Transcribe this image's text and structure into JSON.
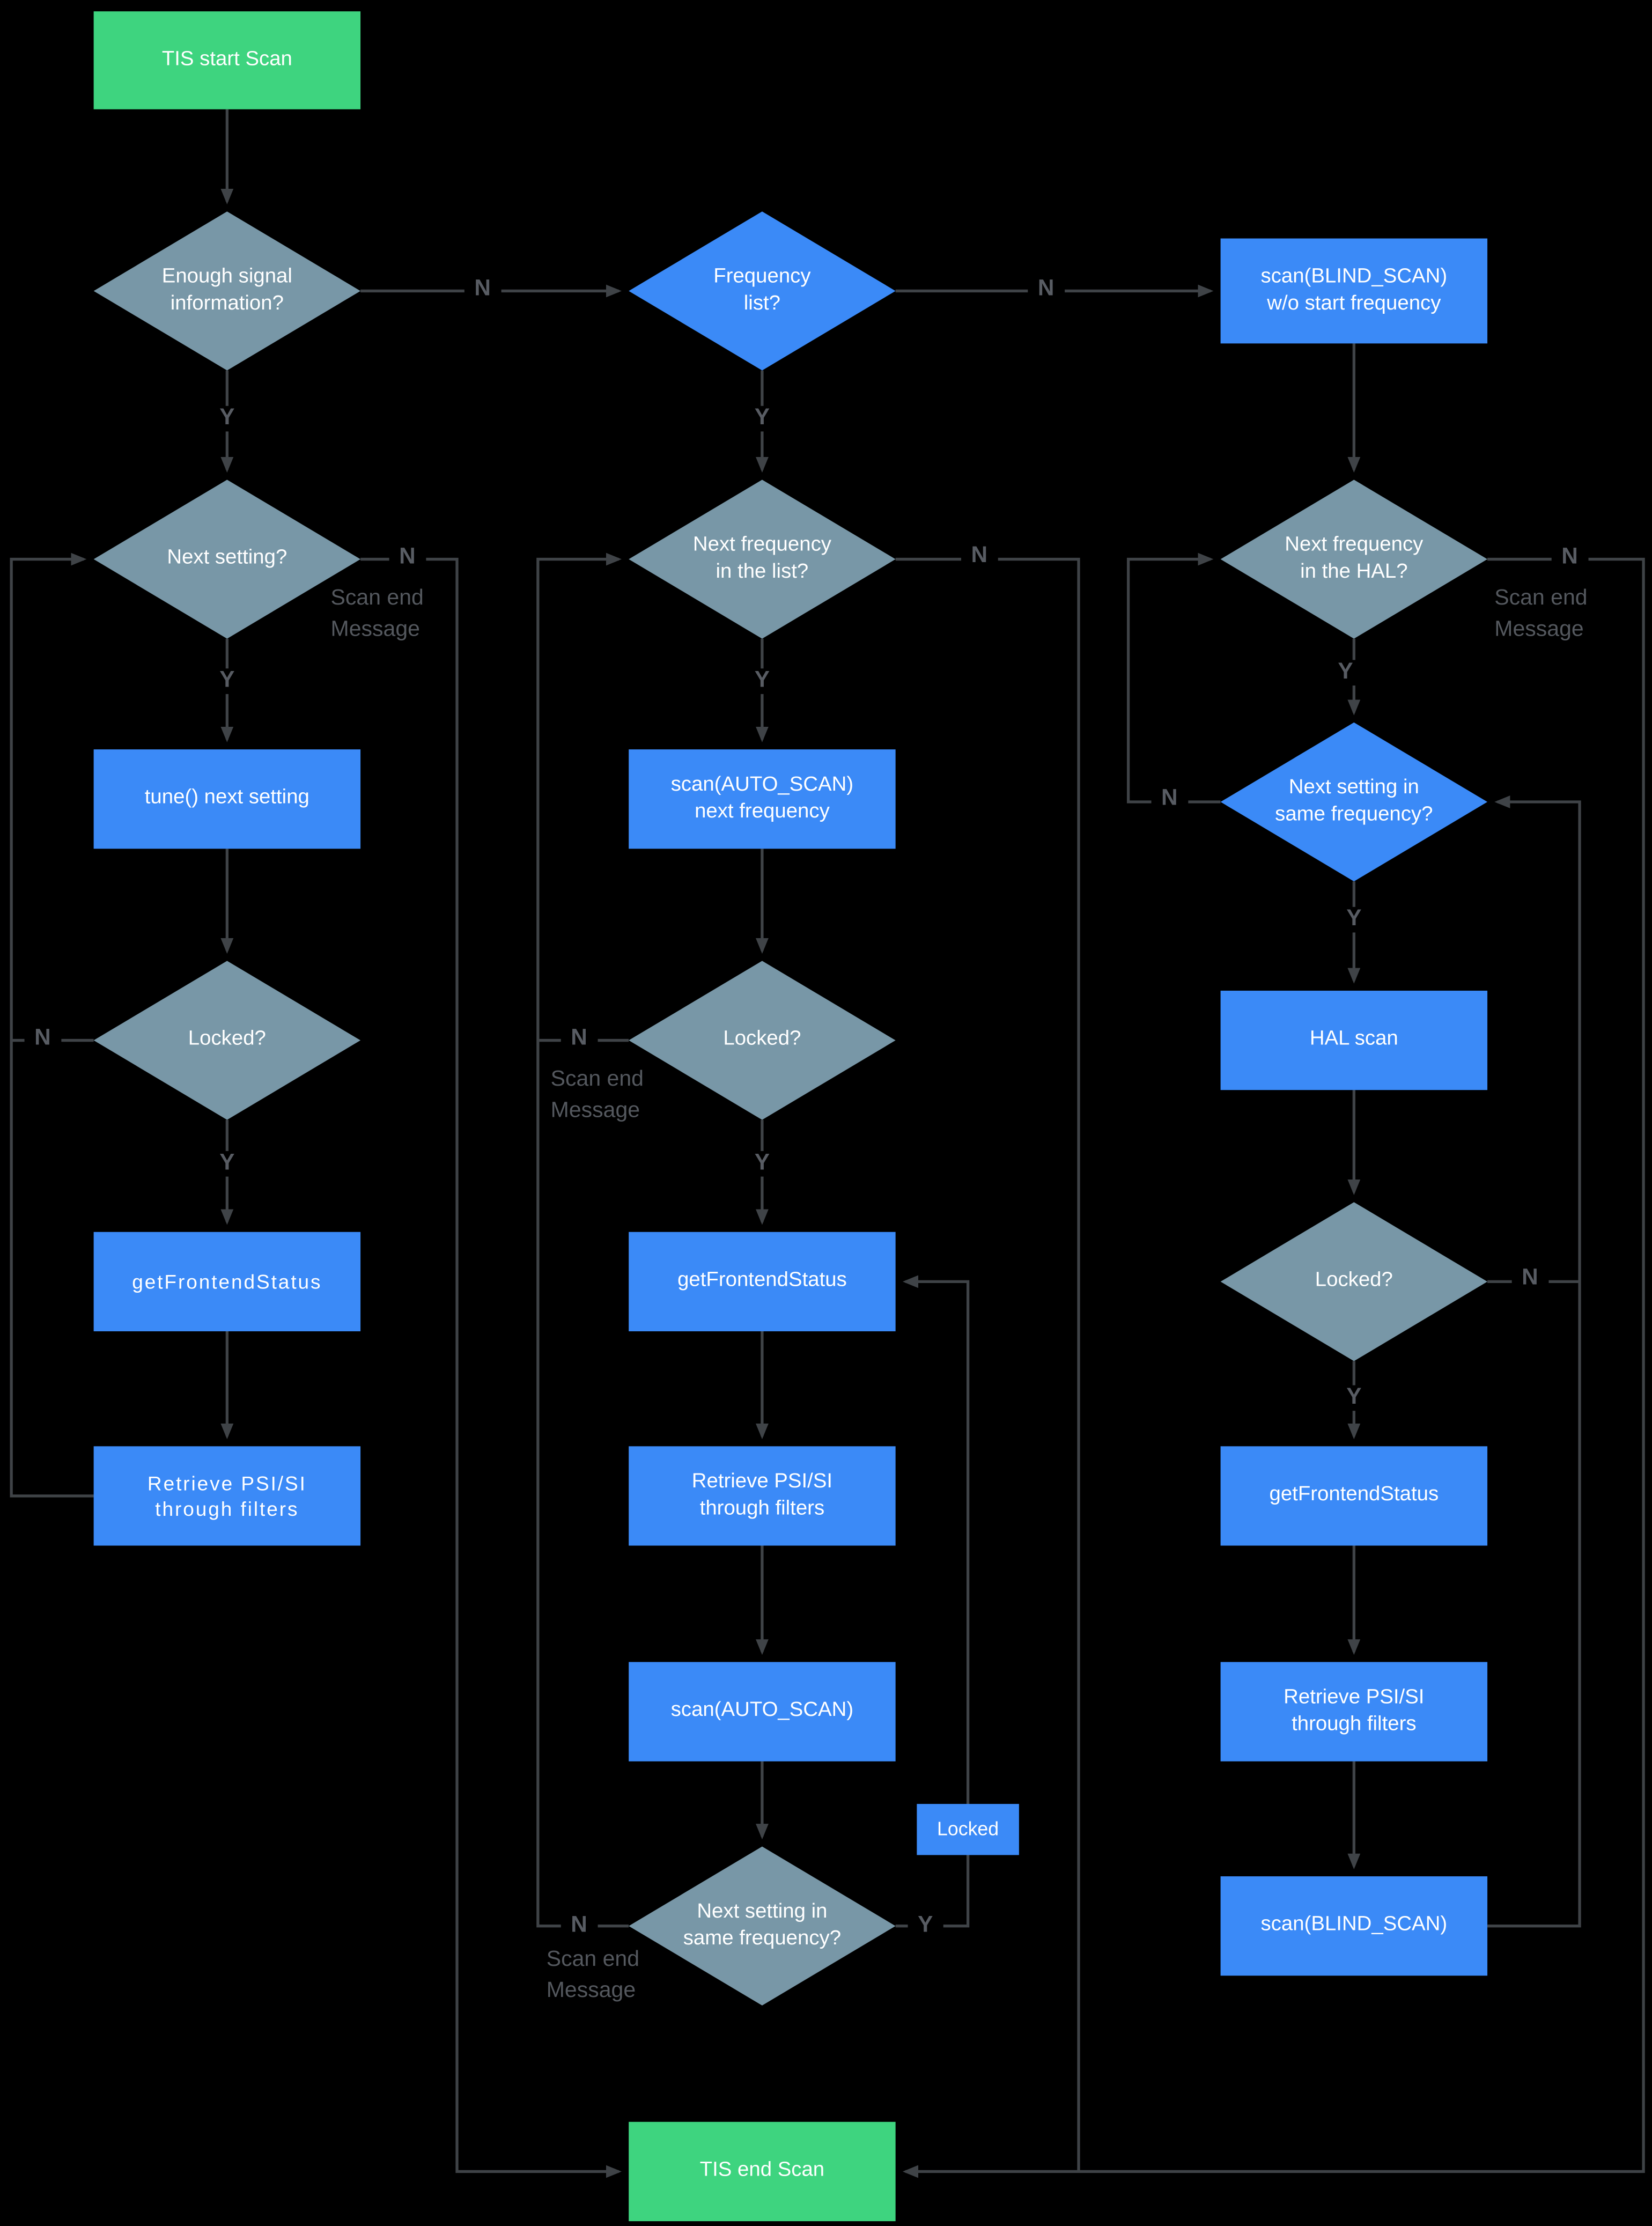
{
  "diagram": {
    "background": "#000000",
    "colors": {
      "process_box": "#3b8af7",
      "decision_gray": "#7897a7",
      "decision_blue": "#3b8af7",
      "terminal_green": "#3ed47f",
      "connector_line": "#3f4347",
      "edge_label_text": "#585c63",
      "node_text": "#ffffff"
    },
    "labels": {
      "yes": "Y",
      "no": "N",
      "scan_end": "Scan end\nMessage",
      "locked_tag": "Locked"
    },
    "nodes": {
      "start": {
        "label": "TIS start Scan"
      },
      "enough_signal": {
        "label": "Enough signal\ninformation?"
      },
      "frequency_list": {
        "label": "Frequency\nlist?"
      },
      "blind_scan_wo_start": {
        "label": "scan(BLIND_SCAN)\nw/o start frequency"
      },
      "next_setting": {
        "label": "Next setting?"
      },
      "next_freq_list": {
        "label": "Next frequency\nin the list?"
      },
      "next_freq_hal": {
        "label": "Next frequency\nin the HAL?"
      },
      "tune_next_setting": {
        "label": "tune() next setting"
      },
      "auto_scan_next_freq": {
        "label": "scan(AUTO_SCAN)\nnext frequency"
      },
      "next_setting_same_freq_hal": {
        "label": "Next setting in\nsame frequency?"
      },
      "locked_col1": {
        "label": "Locked?"
      },
      "locked_col2": {
        "label": "Locked?"
      },
      "hal_scan": {
        "label": "HAL scan"
      },
      "get_frontend_status_col1": {
        "label": "getFrontendStatus"
      },
      "get_frontend_status_col2": {
        "label": "getFrontendStatus"
      },
      "locked_col3": {
        "label": "Locked?"
      },
      "retrieve_psi_col1": {
        "label": "Retrieve PSI/SI\nthrough filters"
      },
      "retrieve_psi_col2": {
        "label": "Retrieve PSI/SI\nthrough filters"
      },
      "get_frontend_status_col3": {
        "label": "getFrontendStatus"
      },
      "auto_scan": {
        "label": "scan(AUTO_SCAN)"
      },
      "retrieve_psi_col3": {
        "label": "Retrieve PSI/SI\nthrough filters"
      },
      "next_setting_same_freq_list": {
        "label": "Next setting in\nsame frequency?"
      },
      "blind_scan": {
        "label": "scan(BLIND_SCAN)"
      },
      "end": {
        "label": "TIS end Scan"
      }
    }
  }
}
